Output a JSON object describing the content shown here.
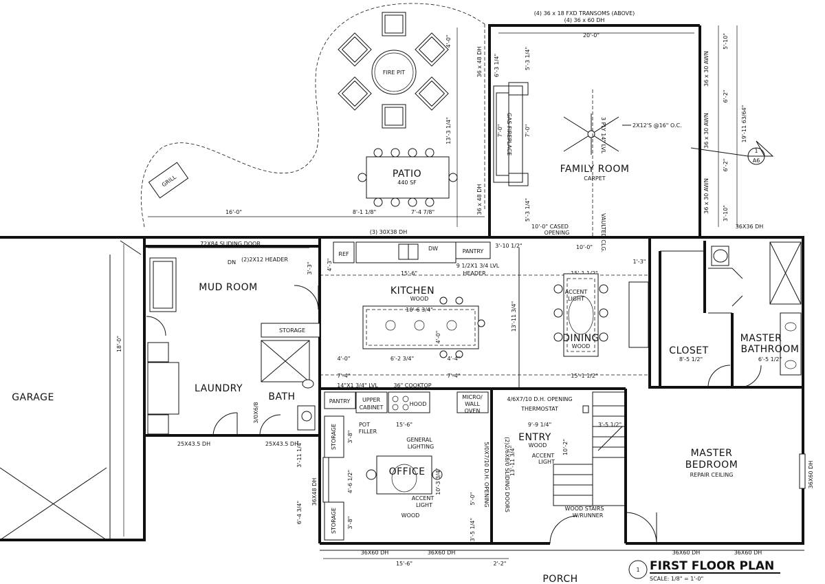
{
  "title": {
    "main": "FIRST FLOOR PLAN",
    "scale": "SCALE: 1/8\" = 1'-0\"",
    "number": "1",
    "section_tag_num": "1",
    "section_tag_sheet": "A6"
  },
  "rooms": {
    "garage": "GARAGE",
    "mud_room": "MUD ROOM",
    "laundry": "LAUNDRY",
    "bath": "BATH",
    "kitchen": "KITCHEN",
    "kitchen_sub": "WOOD",
    "dining": "DINING",
    "dining_sub": "WOOD",
    "family_room": "FAMILY ROOM",
    "family_sub": "CARPET",
    "patio": "PATIO",
    "patio_sub": "440 SF",
    "fire_pit": "FIRE PIT",
    "grill": "GRILL",
    "office": "OFFICE",
    "office_sub": "WOOD",
    "entry": "ENTRY",
    "entry_sub": "WOOD",
    "closet": "CLOSET",
    "master_bath_1": "MASTER",
    "master_bath_2": "BATHROOM",
    "master_bed_1": "MASTER",
    "master_bed_2": "BEDROOM",
    "master_bed_sub": "REPAIR CEILING",
    "porch": "PORCH"
  },
  "labels": {
    "storage_laundry": "STORAGE",
    "storage_office_1": "STORAGE",
    "storage_office_2": "STORAGE",
    "pantry_top": "PANTRY",
    "pantry_bottom": "PANTRY",
    "ref": "REF",
    "dw": "DW",
    "upper_cabinet_1": "UPPER",
    "upper_cabinet_2": "CABINET",
    "hood": "HOOD",
    "micro_1": "MICRO/",
    "micro_2": "WALL",
    "micro_3": "OVEN",
    "pot_filler_1": "POT",
    "pot_filler_2": "FILLER",
    "cooktop": "36\" COOKTOP",
    "thermostat": "THERMOSTAT",
    "gas_fireplace": "GAS FIREPLACE",
    "wood_stairs_1": "WOOD STAIRS",
    "wood_stairs_2": "W/RUNNER",
    "accent_light_dining_1": "ACCENT",
    "accent_light_dining_2": "LIGHT",
    "accent_light_office_1": "ACCENT",
    "accent_light_office_2": "LIGHT",
    "accent_light_entry_1": "ACCENT",
    "accent_light_entry_2": "LIGHT",
    "general_lighting_1": "GENERAL",
    "general_lighting_2": "LIGHTING",
    "dn": "DN",
    "vaulted": "VAULTED CLG.",
    "ply_lvl": "3 PLY 14\" LVL",
    "joists": "2X12'S @16\" O.C."
  },
  "notes": {
    "transoms": "(4) 36 x 18 FXD TRANSOMS (ABOVE)",
    "dh_60_top": "(4) 36 x 60 DH",
    "sliding_door": "72X84 SLIDING DOOR",
    "header_2x12": "(2)2X12 HEADER",
    "window_30x38": "(3) 30X38 DH",
    "lvl_header_1": "9 1/2X1 3/4 LVL",
    "lvl_header_2": "HEADER",
    "cased_opening_1": "10'-0\" CASED",
    "cased_opening_2": "OPENING",
    "lvl_14": "14\"X1 3/4\" LVL",
    "opening_46": "4/6X7/10 D.H. OPENING",
    "opening_50": "5/0X7/10 D.H. OPENING",
    "sliding_doors_office": "(2)2/6X8/0 SLIDING DOORS",
    "dh_36x48_top": "36 x 48 DH",
    "dh_36x48_bottom": "36 x 48 DH",
    "awn_1": "36 x 30 AWN",
    "awn_2": "36 x 30 AWN",
    "awn_3": "36 x 30 AWN",
    "dh_36x36_bath": "36X36 DH",
    "dh_36x60_bed": "36X60 DH",
    "dh_36x48_office": "36X48 DH",
    "dh_25_1": "25X43.5 DH",
    "dh_25_2": "25X43.5 DH",
    "dh_36x60_office_1": "36X60 DH",
    "dh_36x60_office_2": "36X60 DH",
    "dh_36x60_bed_1": "36X60 DH",
    "dh_36x60_bed_2": "36X60 DH",
    "door_3068": "3/0X6/8"
  },
  "dims": {
    "d_16": "16'-0\"",
    "d_8_1": "8'-1 1/8\"",
    "d_7_4": "7'-4 7/8\"",
    "d_20": "20'-0\"",
    "d_15_6_k": "15'-6\"",
    "d_3_10": "3'-10 1/2\"",
    "d_10_0": "10'-0\"",
    "d_15_1": "15'-1 1/2\"",
    "d_15_1b": "15'-1 1/2\"",
    "d_10_6": "10'-6 3/4\"",
    "d_4_0a": "4'-0\"",
    "d_6_2": "6'-2 3/4\"",
    "d_4_4": "4'-4\"",
    "d_7_4b": "7'-4\"",
    "d_7_4c": "7'-4\"",
    "d_13_11": "13'-11 3/4\"",
    "d_13_11b": "13'-11 3/4\"",
    "d_18": "18'-0\"",
    "d_8_5": "8'-5 1/2\"",
    "d_6_5": "6'-5 1/2\"",
    "d_15_6_o": "15'-6\"",
    "d_15_6_b": "15'-6\"",
    "d_2_2": "2'-2\"",
    "d_9_9": "9'-9 1/4\"",
    "d_3_5": "3'-5 1/2\"",
    "d_10_2": "10'-2\"",
    "d_13_3": "13'-3 1/4\"",
    "d_19_11": "19'-11 63/64\"",
    "d_5_10a": "5'-10\"",
    "d_5_10b": "3'-10\"",
    "d_6_2b": "6'-2\"",
    "d_6_2c": "6'-2\"",
    "d_4_6": "4'-6 1/2\"",
    "d_6_4": "6'-4 3/4\"",
    "d_3_11": "3'-11 1/4\"",
    "d_3_8": "3'-8\"",
    "d_3_8b": "3'-8\"",
    "d_1_3": "1'-3\"",
    "d_3_3": "3'-3\"",
    "d_4_3": "4'-3\"",
    "d_6_3": "6'-3 1/4\"",
    "d_5_3a": "5'-3 1/4\"",
    "d_5_3b": "5'-3 1/4\"",
    "d_7_0a": "7'-0\"",
    "d_7_0b": "7'-0\"",
    "d_5_0": "5'-0\"",
    "d_3_5b": "3'-5 1/4\"",
    "d_4_0b": "4'-0\"",
    "d_10_3": "10'-3 3/4\""
  }
}
